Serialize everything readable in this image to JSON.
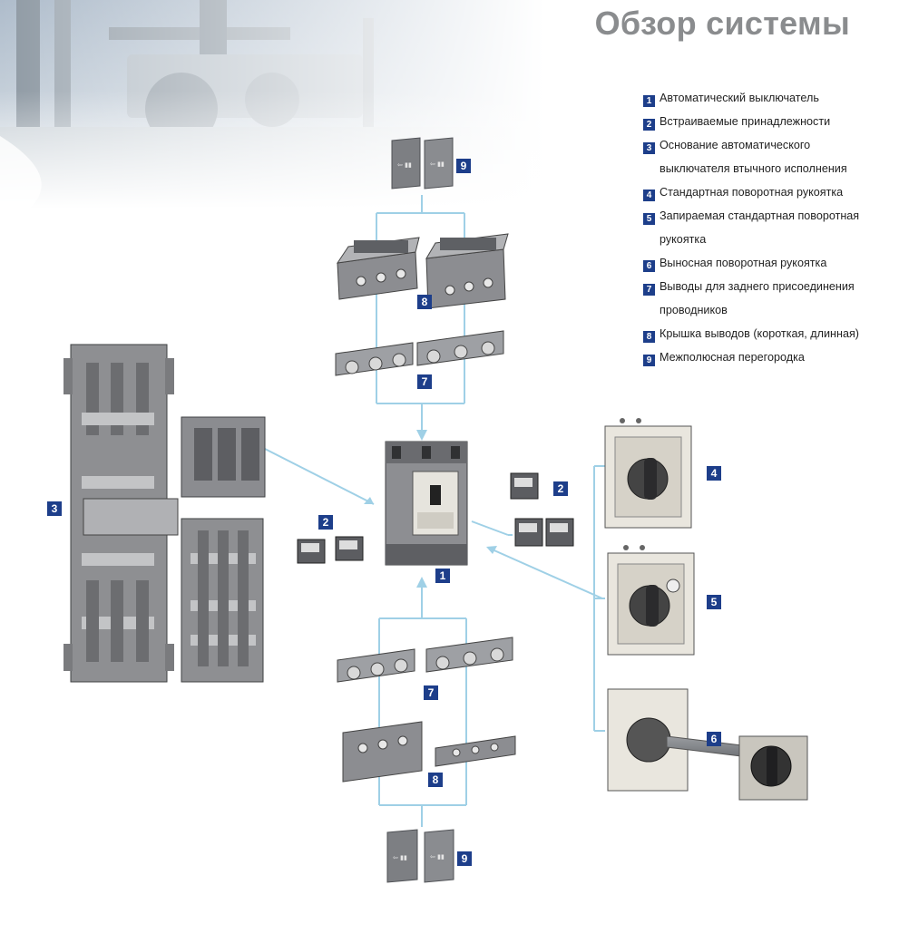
{
  "header": {
    "title": "Обзор системы"
  },
  "legend": {
    "items": [
      {
        "num": "1",
        "lines": [
          "Автоматический выключатель"
        ]
      },
      {
        "num": "2",
        "lines": [
          "Встраиваемые принадлежности"
        ]
      },
      {
        "num": "3",
        "lines": [
          "Основание автоматического",
          "выключателя втычного исполнения"
        ]
      },
      {
        "num": "4",
        "lines": [
          "Стандартная поворотная рукоятка"
        ]
      },
      {
        "num": "5",
        "lines": [
          "Запираемая стандартная поворотная",
          "рукоятка"
        ]
      },
      {
        "num": "6",
        "lines": [
          "Выносная поворотная рукоятка"
        ]
      },
      {
        "num": "7",
        "lines": [
          "Выводы для заднего присоединения",
          "проводников"
        ]
      },
      {
        "num": "8",
        "lines": [
          "Крышка выводов (короткая, длинная)"
        ]
      },
      {
        "num": "9",
        "lines": [
          "Межполюсная перегородка"
        ]
      }
    ]
  },
  "callouts": {
    "b9_top": "9",
    "b8_top": "8",
    "b7_top": "7",
    "b1": "1",
    "b2_left": "2",
    "b2_right": "2",
    "b3": "3",
    "b4": "4",
    "b5": "5",
    "b6": "6",
    "b7_bottom": "7",
    "b8_bottom": "8",
    "b9_bottom": "9"
  },
  "colors": {
    "badge": "#1d3e8a",
    "connector": "#9fd0e6",
    "title": "#8a8c8e",
    "part_body": "#8e8f92",
    "part_dark": "#5b5c5f",
    "part_light": "#e8e6e0"
  }
}
